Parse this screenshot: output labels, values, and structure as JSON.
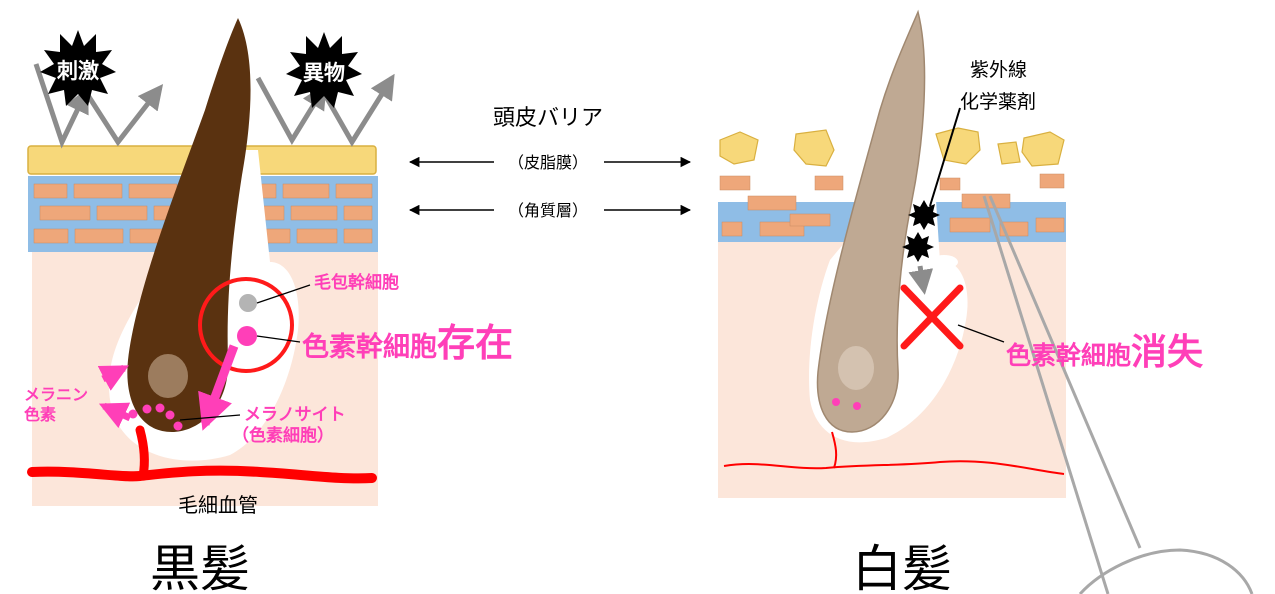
{
  "colors": {
    "sebum": "#f7d87a",
    "cornea": "#8fbde6",
    "brick": "#eea77a",
    "skin": "#fce6da",
    "hair_black": "#5a3210",
    "hair_white": "#bfa993",
    "blood": "#ff0000",
    "pink": "#ff3fb8",
    "stem_gray": "#b4b4b4",
    "arrow_gray": "#8c8c8c",
    "burst": "#000000"
  },
  "icons": {
    "stimulus": "burst-icon",
    "uv": "burst-icon",
    "loss": "red-x-icon"
  },
  "labels": {
    "stimulus": "刺激",
    "foreign": "異物",
    "barrier": "頭皮バリア",
    "sebum": "（皮脂膜）",
    "cornea": "（角質層）",
    "follicle_stem": "毛包幹細胞",
    "pigment_stem": "色素幹細胞",
    "exist": "存在",
    "melanin_1": "メラニン",
    "melanin_2": "色素",
    "melanocyte_1": "メラノサイト",
    "melanocyte_2": "（色素細胞）",
    "capillary": "毛細血管",
    "black_hair": "黒髪",
    "uv": "紫外線",
    "chemical": "化学薬剤",
    "pigment_stem_2": "色素幹細胞",
    "lost": "消失",
    "white_hair": "白髪"
  }
}
